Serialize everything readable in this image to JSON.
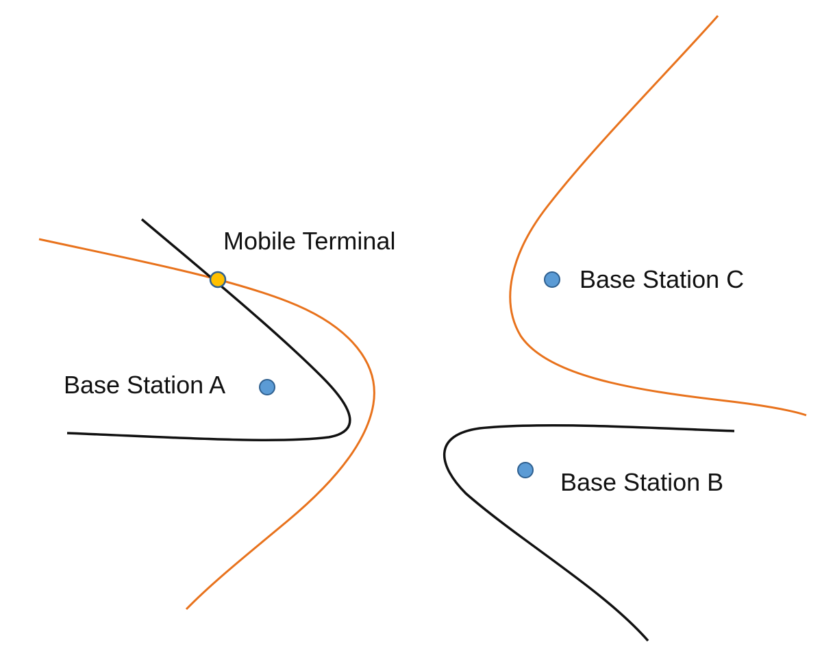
{
  "labels": {
    "mobile_terminal": "Mobile Terminal",
    "base_station_a": "Base Station A",
    "base_station_b": "Base Station B",
    "base_station_c": "Base Station C"
  },
  "colors": {
    "hyperbola_ac": "#e8721c",
    "hyperbola_ab": "#111111",
    "base_station_fill": "#5b9bd5",
    "base_station_stroke": "#2e5f8f",
    "mobile_terminal_fill": "#ffc000",
    "mobile_terminal_stroke": "#2e5f8f"
  },
  "icons": {
    "base_station": "blue-circle-marker",
    "mobile_terminal": "yellow-circle-marker"
  }
}
